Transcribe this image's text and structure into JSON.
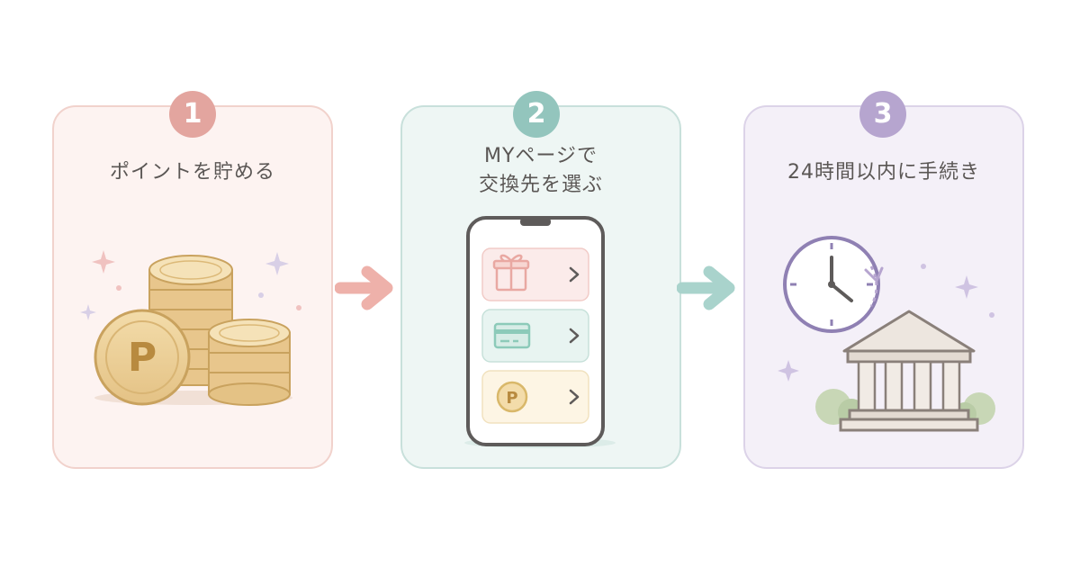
{
  "steps": [
    {
      "number": "1",
      "title_lines": [
        "ポイントを貯める"
      ],
      "illustration": "coin-stack-icon",
      "coin_mark": "P",
      "accent": "#e3a59f"
    },
    {
      "number": "2",
      "title_lines": [
        "MYページで",
        "交換先を選ぶ"
      ],
      "illustration": "smartphone-icon",
      "options": [
        {
          "icon": "gift-icon",
          "color": "#e9a8a2"
        },
        {
          "icon": "credit-card-icon",
          "color": "#8ccab9"
        },
        {
          "icon": "point-coin-icon",
          "color": "#d9b86a",
          "mark": "P"
        }
      ],
      "accent": "#93c5bd"
    },
    {
      "number": "3",
      "title_lines": [
        "24時間以内に手続き"
      ],
      "illustration": "bank-with-clock-icon",
      "accent": "#b6a5cf"
    }
  ],
  "arrows": [
    {
      "icon": "arrow-right-icon",
      "color": "#eeb1aa"
    },
    {
      "icon": "arrow-right-icon",
      "color": "#a9d3cc"
    }
  ]
}
